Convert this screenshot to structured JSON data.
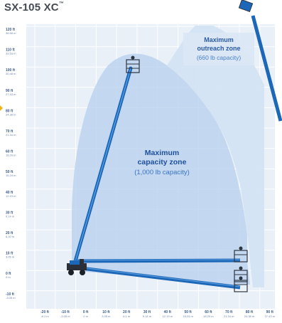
{
  "header": {
    "model": "SX-105 XC",
    "mark": "™"
  },
  "zones": {
    "capacity": {
      "title_line1": "Maximum",
      "title_line2": "capacity zone",
      "subtitle": "(1,000 lb capacity)"
    },
    "outreach": {
      "title_line1": "Maximum",
      "title_line2": "outreach zone",
      "subtitle": "(660 lb capacity)"
    }
  },
  "y_axis": [
    {
      "ft": "120 ft",
      "m": "36.58 m"
    },
    {
      "ft": "110 ft",
      "m": "33.53 m"
    },
    {
      "ft": "100 ft",
      "m": "30.48 m"
    },
    {
      "ft": "90 ft",
      "m": "27.43 m"
    },
    {
      "ft": "80 ft",
      "m": "24.38 m"
    },
    {
      "ft": "70 ft",
      "m": "21.34 m"
    },
    {
      "ft": "60 ft",
      "m": "18.29 m"
    },
    {
      "ft": "50 ft",
      "m": "15.24 m"
    },
    {
      "ft": "40 ft",
      "m": "12.19 m"
    },
    {
      "ft": "30 ft",
      "m": "9.14 m"
    },
    {
      "ft": "20 ft",
      "m": "6.10 m"
    },
    {
      "ft": "10 ft",
      "m": "3.05 m"
    },
    {
      "ft": "0 ft",
      "m": "0 m"
    },
    {
      "ft": "-10 ft",
      "m": "-3.05 m"
    }
  ],
  "x_axis": [
    {
      "ft": "-20 ft",
      "m": "-6.1 m"
    },
    {
      "ft": "-10 ft",
      "m": "-3.05 m"
    },
    {
      "ft": "0 ft",
      "m": "0 m"
    },
    {
      "ft": "10 ft",
      "m": "3.05 m"
    },
    {
      "ft": "20 ft",
      "m": "6.1 m"
    },
    {
      "ft": "30 ft",
      "m": "9.14 m"
    },
    {
      "ft": "40 ft",
      "m": "12.19 m"
    },
    {
      "ft": "50 ft",
      "m": "15.24 m"
    },
    {
      "ft": "60 ft",
      "m": "18.29 m"
    },
    {
      "ft": "70 ft",
      "m": "21.34 m"
    },
    {
      "ft": "80 ft",
      "m": "24.38 m"
    },
    {
      "ft": "90 ft",
      "m": "27.43 m"
    }
  ],
  "colors": {
    "grid_bg": "#e9f0f8",
    "grid_line": "#ffffff",
    "zone_fill": "#bcd4ee",
    "boom": "#1c67b8",
    "title": "#444a55",
    "accent_tab": "#f2b21b"
  },
  "icons": [
    "aerial-platform-basket-icon",
    "boom-machine-base-icon"
  ]
}
